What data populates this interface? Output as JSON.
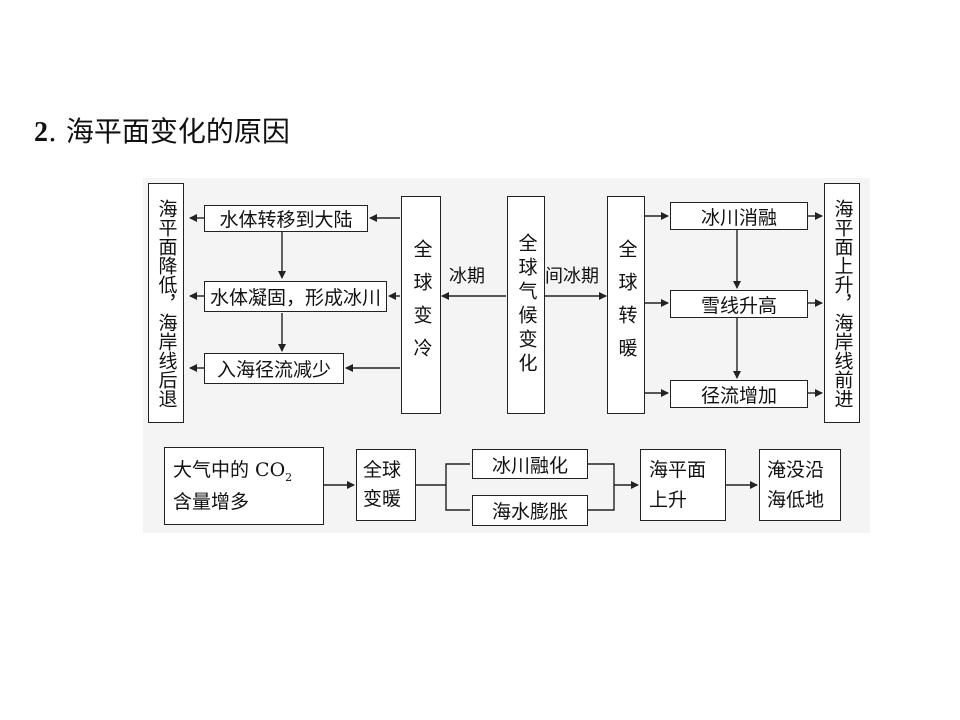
{
  "heading": {
    "number": "2",
    "dot": ".",
    "title": "海平面变化的原因"
  },
  "top": {
    "left_result": "海平面降低，海岸线后退",
    "center": "全球气候变化",
    "cold_label": "冰期",
    "warm_label": "间冰期",
    "cold_box": "全球变冷",
    "warm_box": "全球转暖",
    "cold_steps": [
      "水体转移到大陆",
      "水体凝固，形成冰川",
      "入海径流减少"
    ],
    "warm_steps": [
      "冰川消融",
      "雪线升高",
      "径流增加"
    ],
    "right_result": "海平面上升，海岸线前进"
  },
  "bottom": {
    "cause_line1": "大气中的 CO",
    "cause_sub": "2",
    "cause_line2": "含量增多",
    "warming": "全球变暖",
    "effect1": "冰川融化",
    "effect2": "海水膨胀",
    "rise_line1": "海平面",
    "rise_line2": "上升",
    "result_line1": "淹没沿",
    "result_line2": "海低地"
  }
}
